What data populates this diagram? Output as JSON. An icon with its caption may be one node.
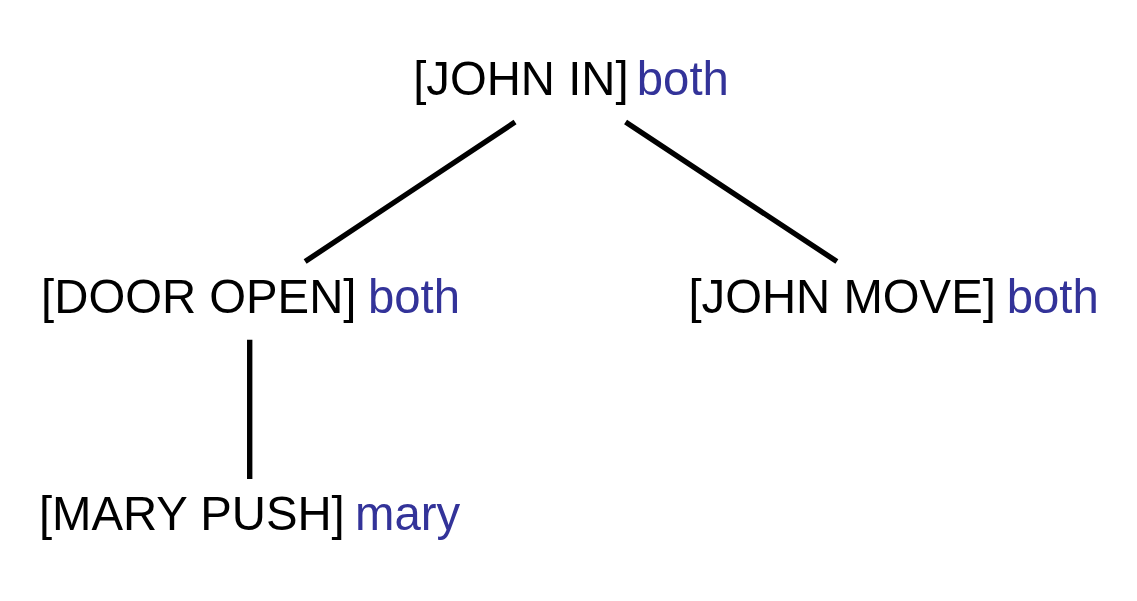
{
  "diagram": {
    "nodes": [
      {
        "text": [
          "[JOHN IN]"
        ],
        "beside": [
          "both"
        ]
      },
      {
        "text": [
          "[DOOR OPEN]"
        ],
        "beside": [
          "both"
        ]
      },
      {
        "text": [
          "[JOHN MOVE]"
        ],
        "beside": [
          "both"
        ]
      },
      {
        "text": [
          "[MARY PUSH]"
        ],
        "beside": [
          "mary"
        ]
      }
    ],
    "edges": [
      {
        "from": 0,
        "to": 1,
        "arrow": "none"
      },
      {
        "from": 0,
        "to": 2,
        "arrow": "none"
      },
      {
        "from": 1,
        "to": 3,
        "arrow": "none"
      }
    ]
  }
}
